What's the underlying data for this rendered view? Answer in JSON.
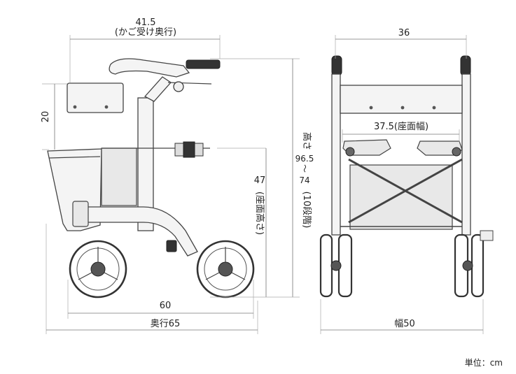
{
  "side_view": {
    "basket_depth_value": "41.5",
    "basket_depth_caption": "(かご受け奥行)",
    "basket_height": "20",
    "seat_height_value": "47",
    "seat_height_caption": "(座面高さ)",
    "total_height_label": "高さ",
    "total_height_max": "96.5",
    "total_height_sep": "～",
    "total_height_min": "74",
    "total_height_steps": "(10段階)",
    "wheelbase": "60",
    "depth": "奥行65"
  },
  "front_view": {
    "top_width": "36",
    "seat_width": "37.5(座面幅)",
    "width": "幅50"
  },
  "unit": "単位：cm"
}
